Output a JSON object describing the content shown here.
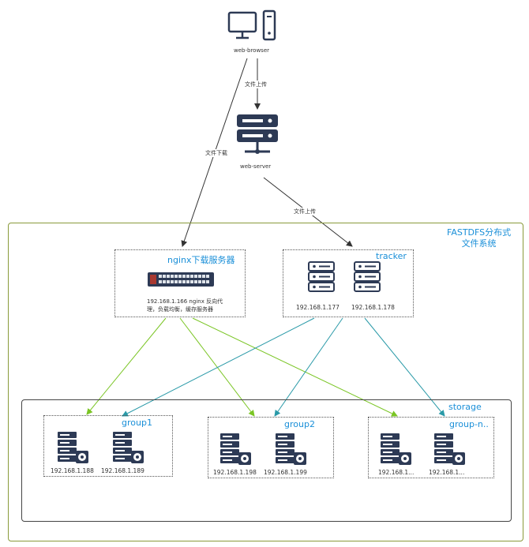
{
  "nodes": {
    "browser": {
      "label": "web-browser"
    },
    "server": {
      "label": "web-server"
    },
    "nginx": {
      "title": "nginx下载服务器",
      "note": "192.168.1.166 nginx 反向代理，负载均衡，缓存服务器"
    },
    "tracker": {
      "title": "tracker",
      "ips": [
        "192.168.1.177",
        "192.168.1.178"
      ]
    },
    "cluster": {
      "title_line1": "FASTDFS分布式",
      "title_line2": "文件系统"
    },
    "storage": {
      "title": "storage"
    },
    "groups": [
      {
        "title": "group1",
        "ips": [
          "192.168.1.188",
          "192.168.1.189"
        ]
      },
      {
        "title": "group2",
        "ips": [
          "192.168.1.198",
          "192.168.1.199"
        ]
      },
      {
        "title": "group-n..",
        "ips": [
          "192.168.1...",
          "192.168.1..."
        ]
      }
    ]
  },
  "edges": {
    "upload_to_server": "文件上传",
    "download": "文件下载",
    "upload_to_tracker": "文件上传"
  },
  "colors": {
    "accent_blue": "#1a8fd8",
    "green_links": "#7ac524",
    "teal_links": "#2a9aa8",
    "outer_border": "#8a9a3a",
    "icon_navy": "#2d3a55"
  }
}
